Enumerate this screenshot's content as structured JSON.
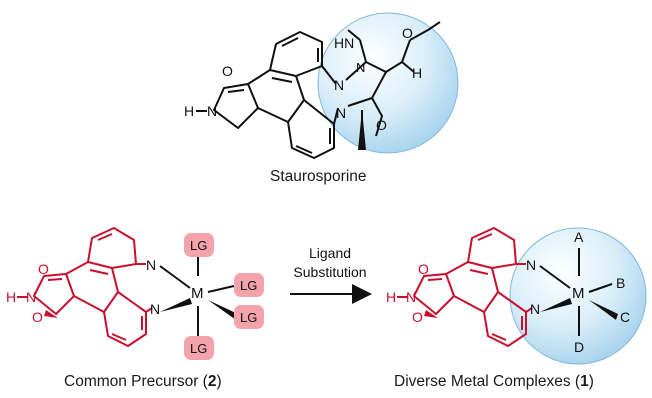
{
  "top": {
    "caption": "Staurosporine",
    "atoms": {
      "nh_top": "HN",
      "h_right": "H",
      "o_top": "O",
      "n_up": "N",
      "n_down": "N",
      "n_mid": "N",
      "o_carbonyl": "O",
      "o_lactam": "O",
      "h_lactam": "H",
      "n_lactam": "N"
    }
  },
  "precursor": {
    "caption_prefix": "Common Precursor (",
    "caption_number": "2",
    "caption_suffix": ")",
    "metal": "M",
    "leaving_group": "LG",
    "atoms": {
      "h": "H",
      "n_imide": "N",
      "o_up": "O",
      "o_down": "O",
      "n_pyridine": "N",
      "n_indole": "N"
    }
  },
  "reaction": {
    "line1": "Ligand",
    "line2": "Substitution"
  },
  "product": {
    "caption_prefix": "Diverse Metal Complexes (",
    "caption_number": "1",
    "caption_suffix": ")",
    "metal": "M",
    "ligands": {
      "top": "A",
      "right_up": "B",
      "right_down": "C",
      "bottom": "D"
    },
    "atoms": {
      "h": "H",
      "n_imide": "N",
      "o_up": "O",
      "o_down": "O",
      "n_pyridine": "N",
      "n_indole": "N"
    }
  },
  "colors": {
    "red": "#c8102e",
    "bond": "#111111",
    "lg_fill": "#f2a3ac",
    "bubble": "#a7d4ee"
  }
}
